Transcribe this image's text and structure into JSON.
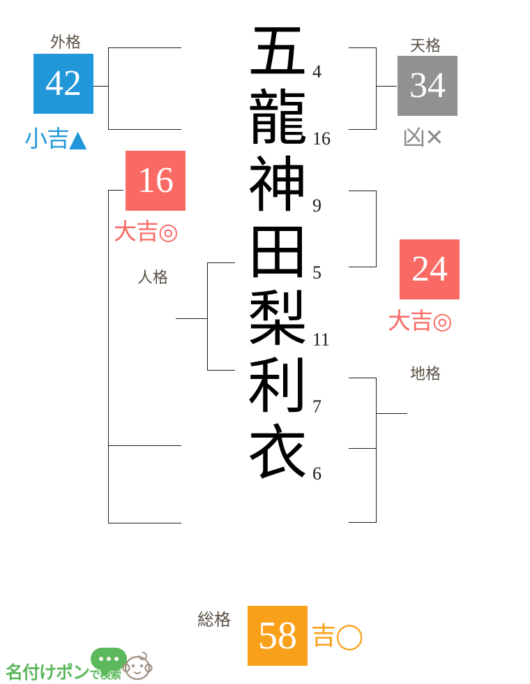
{
  "colors": {
    "blue": "#2196d9",
    "red": "#fa6a64",
    "gray": "#919191",
    "orange": "#f9a01b",
    "label": "#595044",
    "line": "#1a1a1a",
    "logo_green": "#5cb85c",
    "baby_brown": "#a39587"
  },
  "name": {
    "characters": [
      {
        "char": "五",
        "strokes": "4"
      },
      {
        "char": "龍",
        "strokes": "16"
      },
      {
        "char": "神",
        "strokes": "9"
      },
      {
        "char": "田",
        "strokes": "5"
      },
      {
        "char": "梨",
        "strokes": "11"
      },
      {
        "char": "利",
        "strokes": "7"
      },
      {
        "char": "衣",
        "strokes": "6"
      }
    ]
  },
  "kaku": {
    "gaikaku": {
      "label": "外格",
      "value": "42",
      "verdict": "小吉▲",
      "color": "blue"
    },
    "jinkaku_box": {
      "value": "16",
      "verdict": "大吉◎",
      "color": "red"
    },
    "jinkaku": {
      "label": "人格"
    },
    "tenkaku": {
      "label": "天格",
      "value": "34",
      "verdict": "凶✕",
      "color": "gray"
    },
    "chikaku_box": {
      "value": "24",
      "verdict": "大吉◎",
      "color": "red"
    },
    "chikaku": {
      "label": "地格"
    },
    "soukaku": {
      "label": "総格",
      "value": "58",
      "verdict": "吉◯",
      "color": "orange"
    }
  },
  "watermark": {
    "text_main": "名付けポン",
    "text_small": "で検索"
  }
}
